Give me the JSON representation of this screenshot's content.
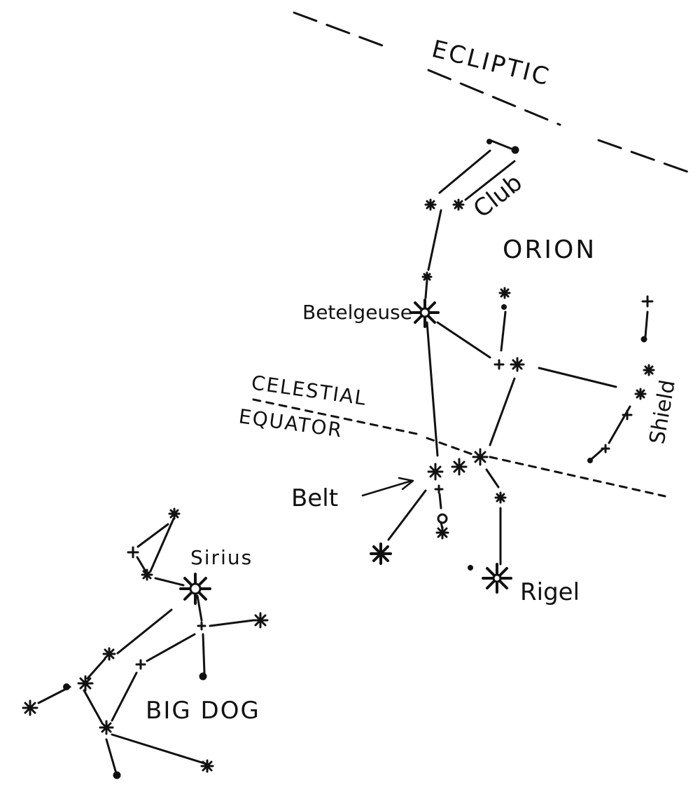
{
  "labels": {
    "ecliptic": "ECLIPTIC",
    "club": "Club",
    "orion": "ORION",
    "betelgeuse": "Betelgeuse",
    "celestial": "CELESTIAL",
    "equator": "EQUATOR",
    "shield": "Shield",
    "belt": "Belt",
    "rigel": "Rigel",
    "sirius": "Sirius",
    "big_dog": "BIG DOG"
  },
  "colors": {
    "ink": "#111111",
    "paper": "#ffffff"
  }
}
